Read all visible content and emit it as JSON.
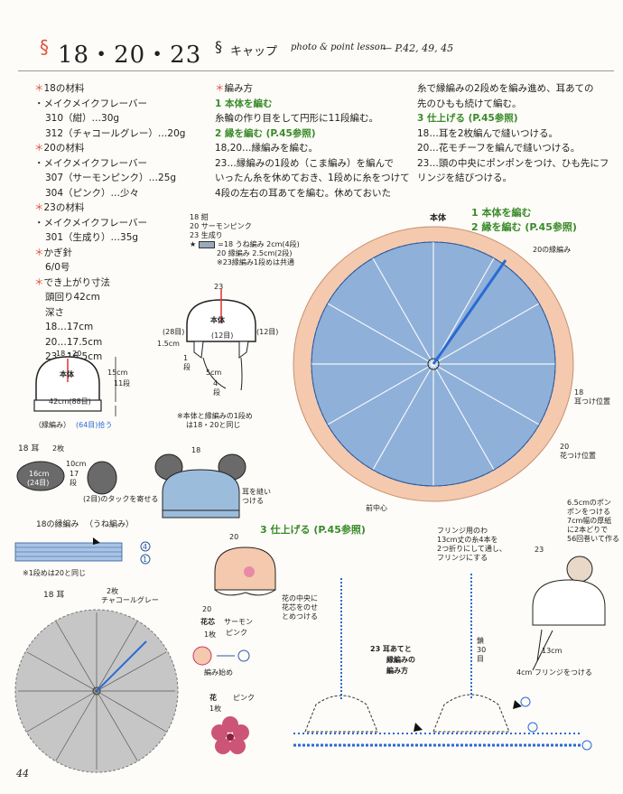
{
  "header": {
    "numbers": "18・20・23",
    "title": "キャップ",
    "lesson": "photo & point lesson",
    "pages": "— P.42, 49, 45"
  },
  "materials": {
    "m18_head": "18の材料",
    "m18_l1": "・メイクメイクフレーバー",
    "m18_l2": "310（紺）…30g",
    "m18_l3": "312（チャコールグレー）…20g",
    "m20_head": "20の材料",
    "m20_l1": "・メイクメイクフレーバー",
    "m20_l2": "307（サーモンピンク）…25g",
    "m20_l3": "304（ピンク）…少々",
    "m23_head": "23の材料",
    "m23_l1": "・メイクメイクフレーバー",
    "m23_l2": "301（生成り）…35g",
    "hook_head": "かぎ針",
    "hook_val": "6/0号",
    "size_head": "でき上がり寸法",
    "size_l1": "頭回り42cm",
    "size_l2": "深さ",
    "size_l3": "18…17cm",
    "size_l4": "20…17.5cm",
    "size_l5": "23…16.5cm"
  },
  "method": {
    "head": "編み方",
    "s1": "1 本体を編む",
    "s1_text": "糸輪の作り目をして円形に11段編む。",
    "s2": "2 縁を編む (P.45参照)",
    "s2_l1": "18,20…縁編みを編む。",
    "s2_l2": "23…縁編みの1段め（こま編み）を編んで",
    "s2_l3": "いったん糸を休めておき、1段めに糸をつけて",
    "s2_l4": "4段の左右の耳あてを編む。休めておいた",
    "c_l1": "糸で縁編みの2段めを編み進め、耳あての",
    "c_l2": "先のひもも続けて編む。",
    "s3": "3 仕上げる (P.45参照)",
    "s3_l1": "18…耳を2枚編んで縫いつける。",
    "s3_l2": "20…花モチーフを編んで縫いつける。",
    "s3_l3": "23…頭の中央にポンポンをつけ、ひも先にフ",
    "s3_l4": "リンジを結びつける。"
  },
  "legend": {
    "l18": "18  紺",
    "l20": "20  サーモンピンク",
    "l23": "23  生成り",
    "band": "=18 うね編み 2cm(4段)",
    "band2": "20 縁編み 2.5cm(2段)",
    "band3": "※23縁編み1段めは共通"
  },
  "diag18": {
    "label": "18・20",
    "body": "本体",
    "height": "15cm",
    "rows": "11段",
    "circ": "42cm(88目)",
    "edge": "（縁編み）",
    "pick": "(64目)拾う"
  },
  "diag23": {
    "label": "23",
    "body": "本体",
    "left": "(28目)",
    "mid": "(12目)",
    "right": "(12目)",
    "h": "1.5cm",
    "r1": "1段",
    "r2": "4段",
    "flap": "5cm",
    "note1": "※本体と縁編みの1段め",
    "note2": "は18・20と同じ"
  },
  "ear": {
    "head": "18  耳",
    "count": "2枚",
    "size": "16cm",
    "st": "(24目)",
    "h": "10cm",
    "rows": "17段",
    "tuck": "(2目)のタックを寄せる",
    "label18": "18",
    "sew": "耳を縫いつける"
  },
  "edging": {
    "head": "18の縁編み",
    "type": "（うね編み）",
    "note": "※1段めは20と同じ"
  },
  "ear2": {
    "head": "18  耳",
    "count": "2枚",
    "color": "チャコールグレー"
  },
  "main_chart": {
    "body": "本体",
    "t1": "1  本体を編む",
    "t2": "2  縁を編む (P.45参照)",
    "edge20": "20の縁編み",
    "ear18": "18",
    "ear18b": "耳つけ位置",
    "fl20": "20",
    "fl20b": "花つけ位置",
    "front": "前中心"
  },
  "finish": {
    "head": "3  仕上げる (P.45参照)",
    "n20": "20",
    "flower_note1": "花の中央に",
    "flower_note2": "花芯をのせ",
    "flower_note3": "とめつける",
    "core": "花芯",
    "core_color": "サーモン",
    "core_color2": "ピンク",
    "core_count": "1枚",
    "core_start": "編み始め",
    "flower": "花",
    "flower_color": "ピンク",
    "flower_count": "1枚",
    "fringe1": "フリンジ用のわ",
    "fringe2": "13cm丈の糸4本を",
    "fringe3": "2つ折りにして通し、",
    "fringe4": "フリンジにする",
    "chain": "鎖30目",
    "ear23_1": "23  耳あてと",
    "ear23_2": "縁編みの",
    "ear23_3": "編み方",
    "pom1": "6.5cmのポン",
    "pom2": "ポンをつける",
    "pom3": "7cm幅の厚紙",
    "pom4": "に2本どりで",
    "pom5": "56回巻いて作る",
    "label23": "23",
    "c13": "13cm",
    "c4": "4cm  フリンジをつける"
  },
  "page_number": "44"
}
